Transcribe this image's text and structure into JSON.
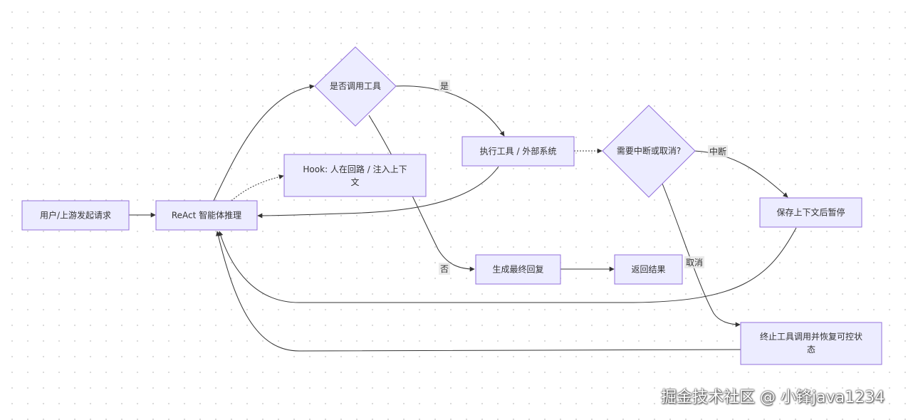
{
  "nodes": {
    "user_request": "用户/上游发起请求",
    "react_agent": "ReAct 智能体推理",
    "call_tool_decision": "是否调用工具",
    "hook_line1": "Hook: 人在回路 / 注入上下",
    "hook_line2": "文",
    "execute_tool": "执行工具 / 外部系统",
    "interrupt_decision": "需要中断或取消?",
    "save_context": "保存上下文后暂停",
    "final_reply": "生成最终回复",
    "return_result": "返回结果",
    "abort_line1": "终止工具调用并恢复可控状",
    "abort_line2": "态"
  },
  "edge_labels": {
    "yes": "是",
    "no": "否",
    "interrupt": "中断",
    "cancel": "取消"
  },
  "watermark": "掘金技术社区 @ 小锋java1234",
  "colors": {
    "node_fill": "#ECECFF",
    "node_stroke": "#9370DB",
    "edge": "#333333"
  }
}
